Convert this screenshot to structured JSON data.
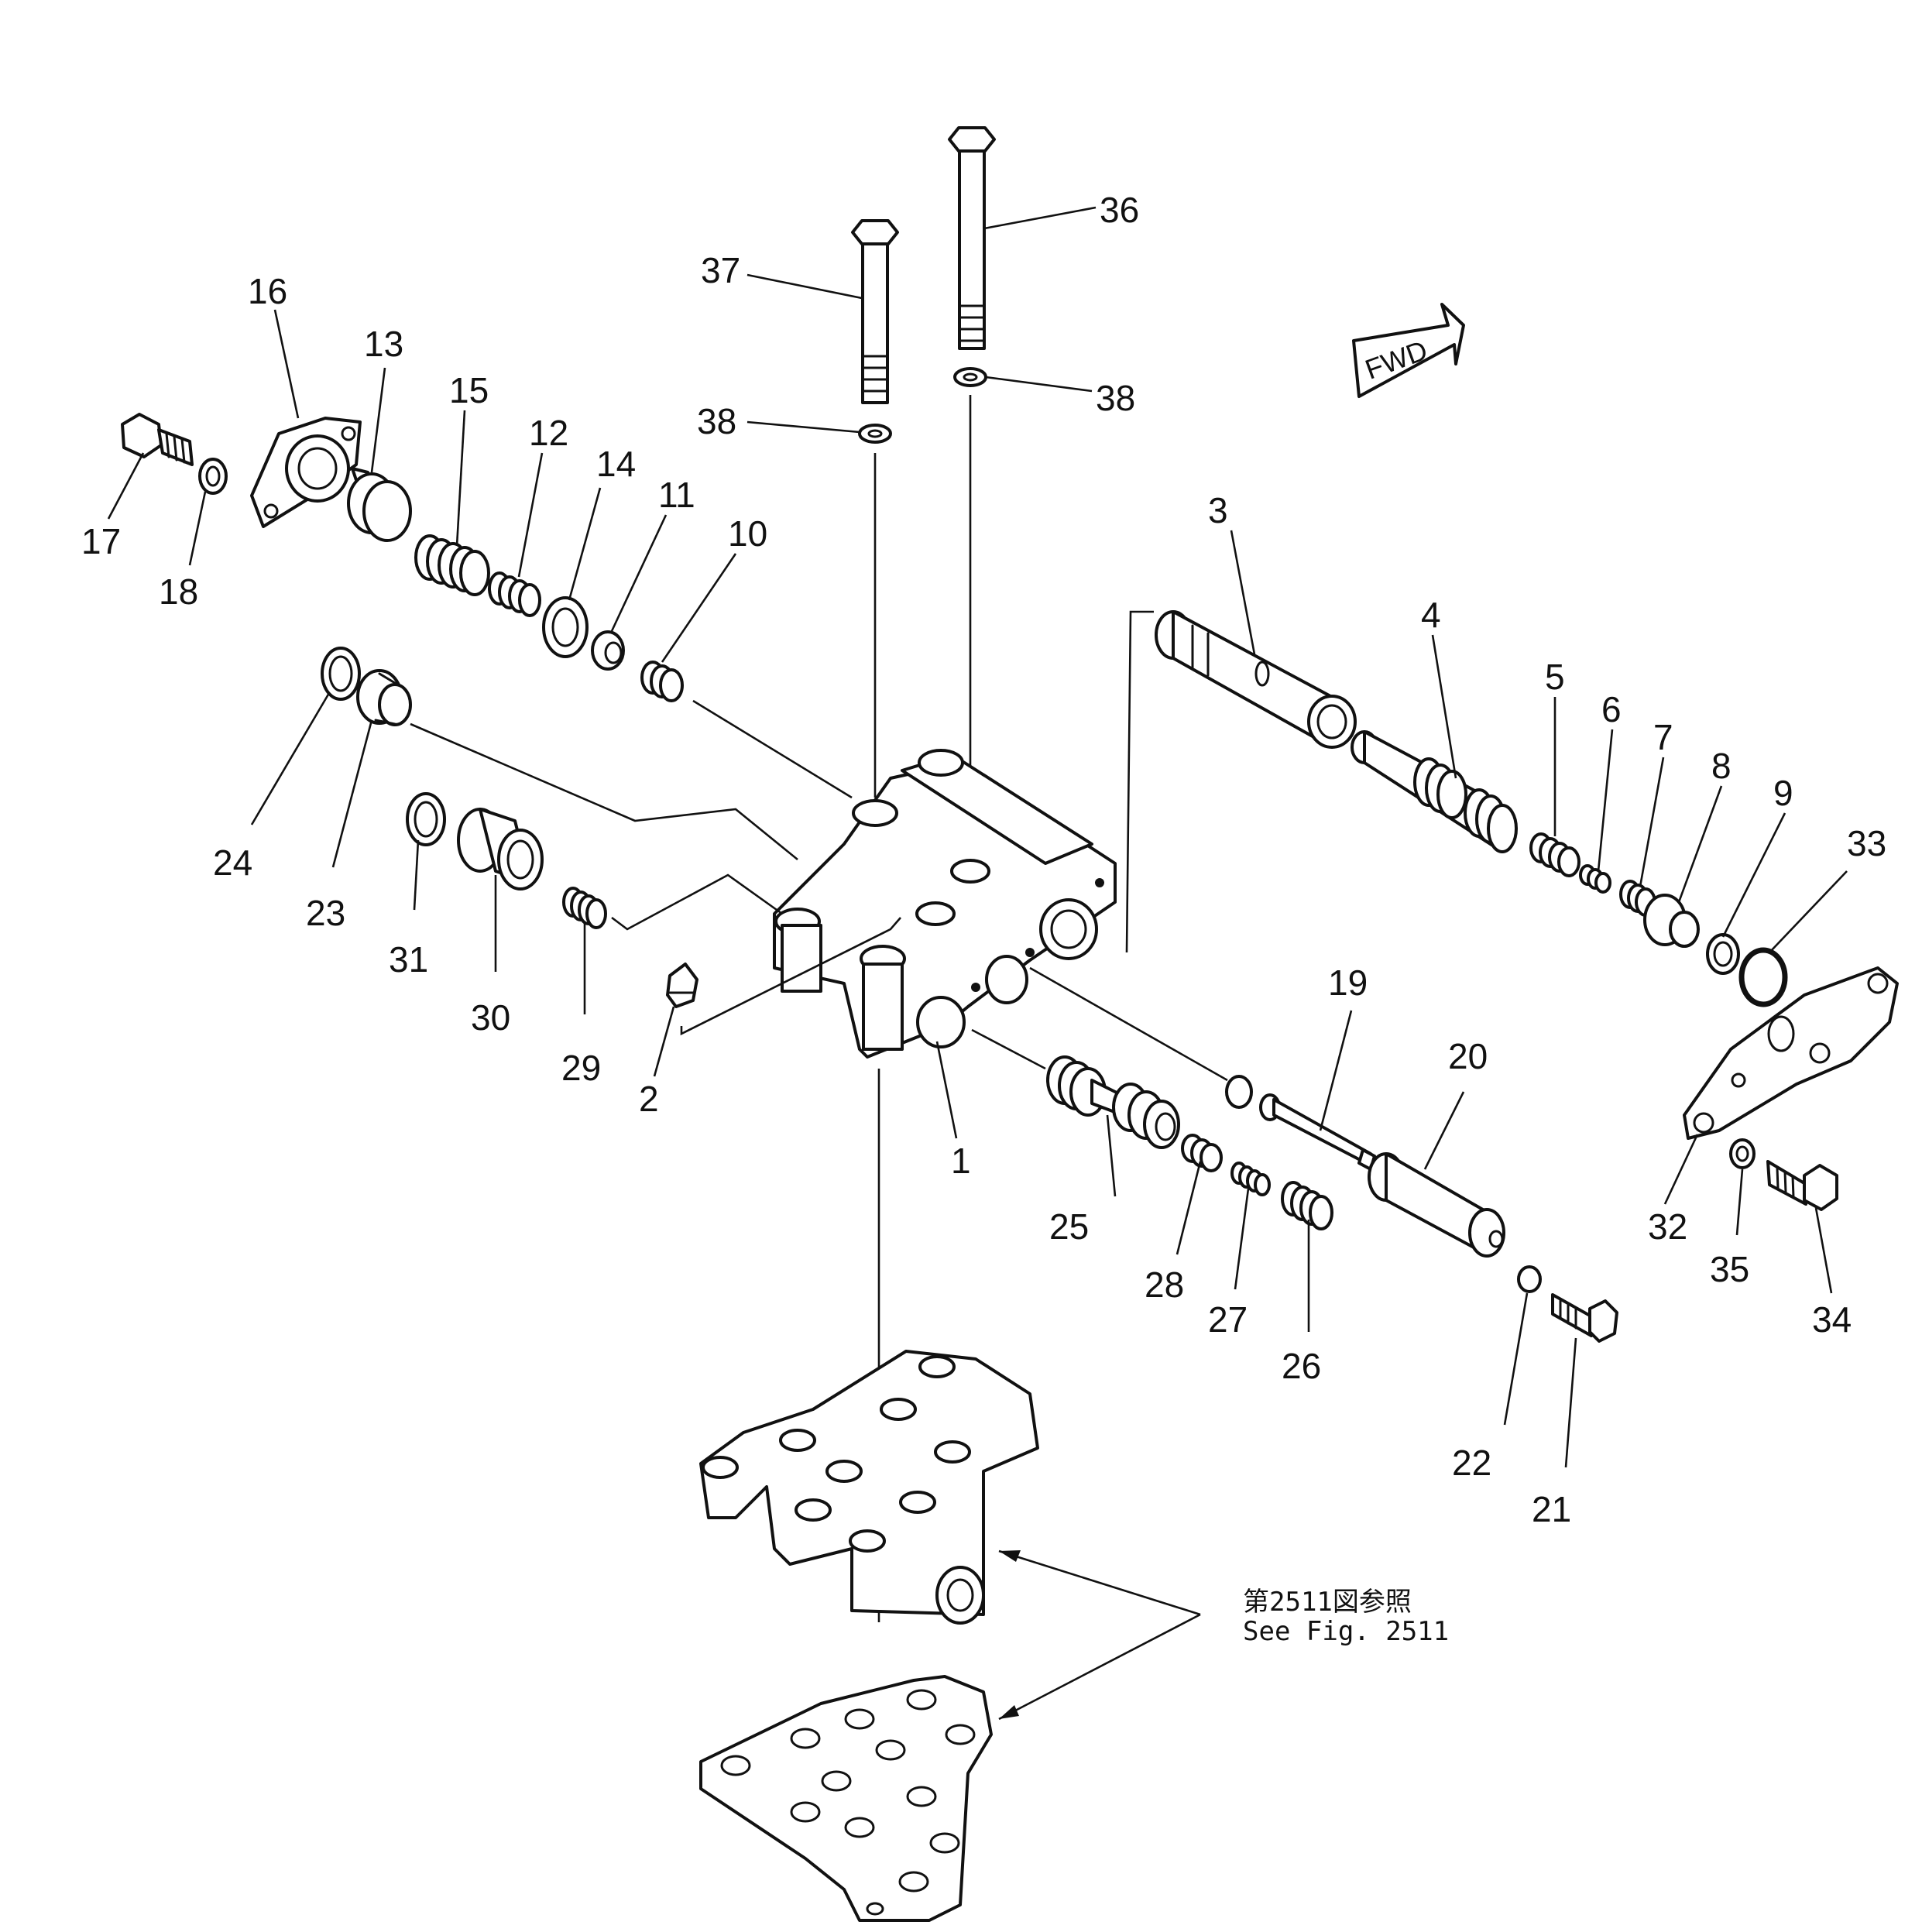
{
  "parts": [
    {
      "id": "p1",
      "label": "1"
    },
    {
      "id": "p2",
      "label": "2"
    },
    {
      "id": "p3",
      "label": "3"
    },
    {
      "id": "p4",
      "label": "4"
    },
    {
      "id": "p5",
      "label": "5"
    },
    {
      "id": "p6",
      "label": "6"
    },
    {
      "id": "p7",
      "label": "7"
    },
    {
      "id": "p8",
      "label": "8"
    },
    {
      "id": "p9",
      "label": "9"
    },
    {
      "id": "p10",
      "label": "10"
    },
    {
      "id": "p11",
      "label": "11"
    },
    {
      "id": "p12",
      "label": "12"
    },
    {
      "id": "p13",
      "label": "13"
    },
    {
      "id": "p14",
      "label": "14"
    },
    {
      "id": "p15",
      "label": "15"
    },
    {
      "id": "p16",
      "label": "16"
    },
    {
      "id": "p17",
      "label": "17"
    },
    {
      "id": "p18",
      "label": "18"
    },
    {
      "id": "p19",
      "label": "19"
    },
    {
      "id": "p20",
      "label": "20"
    },
    {
      "id": "p21",
      "label": "21"
    },
    {
      "id": "p22",
      "label": "22"
    },
    {
      "id": "p23",
      "label": "23"
    },
    {
      "id": "p24",
      "label": "24"
    },
    {
      "id": "p25",
      "label": "25"
    },
    {
      "id": "p26",
      "label": "26"
    },
    {
      "id": "p27",
      "label": "27"
    },
    {
      "id": "p28",
      "label": "28"
    },
    {
      "id": "p29",
      "label": "29"
    },
    {
      "id": "p30",
      "label": "30"
    },
    {
      "id": "p31",
      "label": "31"
    },
    {
      "id": "p32",
      "label": "32"
    },
    {
      "id": "p33",
      "label": "33"
    },
    {
      "id": "p34",
      "label": "34"
    },
    {
      "id": "p35",
      "label": "35"
    },
    {
      "id": "p36",
      "label": "36"
    },
    {
      "id": "p37",
      "label": "37"
    },
    {
      "id": "p38a",
      "label": "38"
    },
    {
      "id": "p38b",
      "label": "38"
    }
  ],
  "direction_arrow": {
    "label": "FWD"
  },
  "reference_note": {
    "line1": "第2511図参照",
    "line2": "See Fig. 2511"
  }
}
